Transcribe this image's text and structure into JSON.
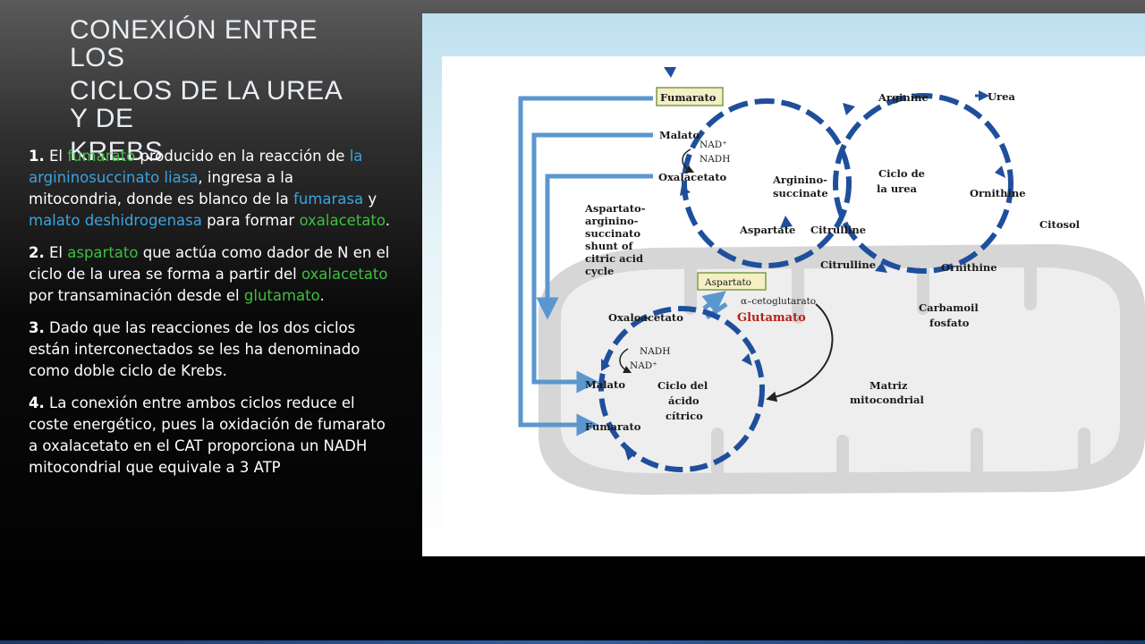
{
  "slide": {
    "title_lines": [
      "CONEXIÓN ENTRE LOS",
      "CICLOS DE LA UREA Y DE",
      "KREBS"
    ],
    "points": [
      {
        "num": "1.",
        "parts": [
          {
            "t": " El ",
            "c": ""
          },
          {
            "t": "fumarato",
            "c": "green"
          },
          {
            "t": " producido en la reacción de ",
            "c": ""
          },
          {
            "t": "la argininosuccinato liasa",
            "c": "blue"
          },
          {
            "t": ", ingresa a la mitocondria, donde es blanco de la ",
            "c": ""
          },
          {
            "t": "fumarasa",
            "c": "blue"
          },
          {
            "t": " y ",
            "c": ""
          },
          {
            "t": "malato deshidrogenasa",
            "c": "blue"
          },
          {
            "t": " para formar ",
            "c": ""
          },
          {
            "t": "oxalacetato",
            "c": "green"
          },
          {
            "t": ".",
            "c": ""
          }
        ]
      },
      {
        "num": "2.",
        "parts": [
          {
            "t": " El ",
            "c": ""
          },
          {
            "t": "aspartato",
            "c": "green"
          },
          {
            "t": " que actúa como dador de N en el ciclo de la urea se forma a partir del ",
            "c": ""
          },
          {
            "t": "oxalacetato",
            "c": "green"
          },
          {
            "t": " por transaminación desde el ",
            "c": ""
          },
          {
            "t": "glutamato",
            "c": "green"
          },
          {
            "t": ".",
            "c": ""
          }
        ]
      },
      {
        "num": "3.",
        "parts": [
          {
            "t": " Dado que las reacciones de los dos ciclos están interconectados se les ha denominado como doble ciclo de Krebs.",
            "c": ""
          }
        ]
      },
      {
        "num": "4.",
        "parts": [
          {
            "t": " La conexión entre ambos ciclos reduce el coste energético, pues la  oxidación de fumarato a oxalacetato en el CAT proporciona un NADH mitocondrial que equivale a 3 ATP",
            "c": ""
          }
        ]
      }
    ]
  },
  "diagram": {
    "labels": {
      "fumarato_top": "Fumarato",
      "malato_top": "Malato",
      "nad_plus_top": "NAD⁺",
      "nadh_top": "NADH",
      "oxalacetato_top": "Oxalacetato",
      "arginine": "Arginine",
      "urea": "Urea",
      "ornithine_top": "Ornithine",
      "arginino_succinate_1": "Arginino-",
      "arginino_succinate_2": "succinate",
      "ciclo_urea_1": "Ciclo de",
      "ciclo_urea_2": "la urea",
      "citosol": "Citosol",
      "shunt_1": "Aspartato-",
      "shunt_2": "arginino-",
      "shunt_3": "succinato",
      "shunt_4": "shunt of",
      "shunt_5": "citric acid",
      "shunt_6": "cycle",
      "aspartate": "Aspartate",
      "citrulline_top": "Citrulline",
      "citrulline_bottom": "Citrulline",
      "ornithine_bottom": "Ornithine",
      "aspartato_box": "Aspartato",
      "alpha_ceto": "α–cetoglutarato",
      "glutamato": "Glutamato",
      "carbamoil_1": "Carbamoil",
      "carbamoil_2": "fosfato",
      "oxaloacetato": "Oxaloacetato",
      "nadh_bottom": "NADH",
      "nad_plus_bottom": "NAD⁺",
      "malato_bottom": "Malato",
      "ciclo_citrico_1": "Ciclo del",
      "ciclo_citrico_2": "ácido",
      "ciclo_citrico_3": "cítrico",
      "matriz_1": "Matriz",
      "matriz_2": "mitocondrial",
      "fumarato_bottom": "Fumarato"
    }
  },
  "colors": {
    "blue_term": "#39a4e0",
    "green_term": "#3fbf3f",
    "cycle_arrow": "#1f4f9c",
    "connector_arrow": "#5b96cf",
    "mitochondria": "#d6d6d6"
  }
}
